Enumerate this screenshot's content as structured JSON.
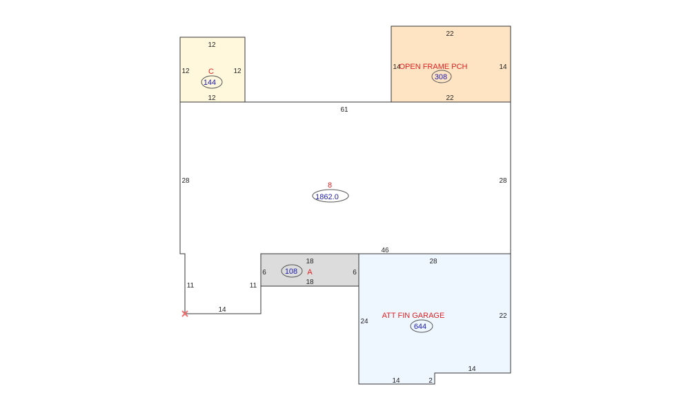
{
  "colors": {
    "outline": "#333333",
    "label": "#e02020",
    "area": "#1a1aa8",
    "ellipse": "#555555",
    "start_marker": "#f07070"
  },
  "areas": {
    "c": {
      "label": "C",
      "area": "144",
      "fill": "#fff8dc",
      "dims": {
        "top": "12",
        "left": "12",
        "right": "12",
        "bottom": "12"
      }
    },
    "porch": {
      "label": "OPEN FRAME PCH",
      "area": "308",
      "fill": "#ffe4c4",
      "dims": {
        "top": "22",
        "left": "14",
        "right": "14",
        "bottom": "22"
      }
    },
    "main": {
      "label": "8",
      "area": "1862.0",
      "fill": "#ffffff",
      "dims": {
        "top": "61",
        "left": "28",
        "right": "28",
        "bottom": "46",
        "notch_left": "11",
        "notch_right": "11",
        "notch_bottom": "14"
      }
    },
    "a": {
      "label": "A",
      "area": "108",
      "fill": "#dcdcdc",
      "dims": {
        "top": "18",
        "left": "6",
        "right": "6",
        "bottom": "18"
      }
    },
    "garage": {
      "label": "ATT FIN GARAGE",
      "area": "644",
      "fill": "#eef6ff",
      "dims": {
        "top": "28",
        "left": "24",
        "right": "22",
        "bottom_right": "14",
        "step": "2",
        "bottom_left": "14"
      }
    }
  },
  "start_marker_icon": "x-icon"
}
